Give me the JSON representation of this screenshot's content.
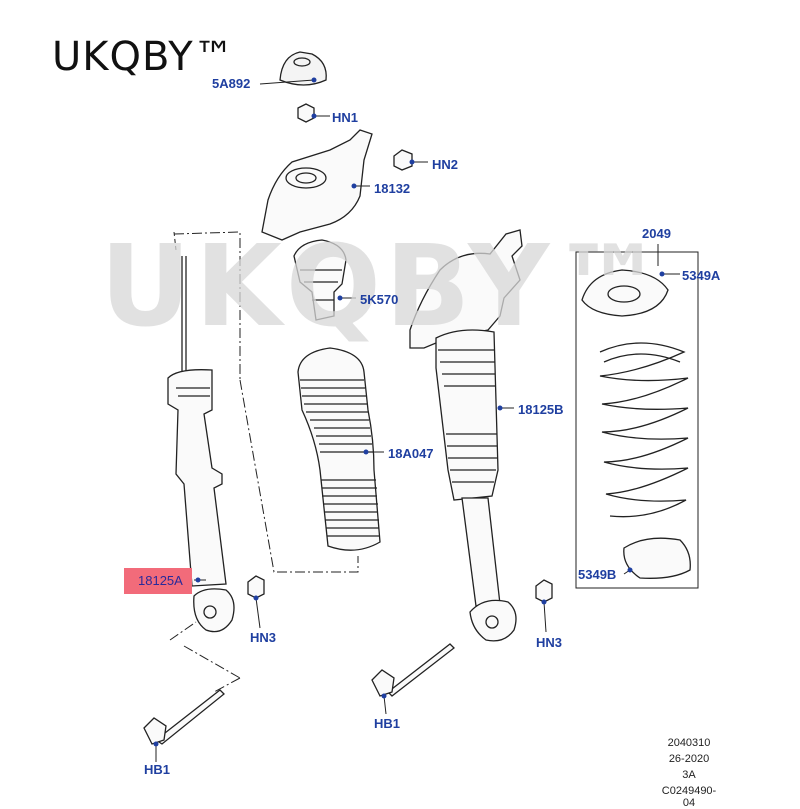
{
  "brand": "UKQBY™",
  "watermark": "UKQBY™",
  "labels": {
    "5A892": "5A892",
    "HN1": "HN1",
    "HN2": "HN2",
    "18132": "18132",
    "5K570": "5K570",
    "18A047": "18A047",
    "18125B": "18125B",
    "2049": "2049",
    "5349A": "5349A",
    "5349B": "5349B",
    "18125A": "18125A",
    "HN3_left": "HN3",
    "HN3_right": "HN3",
    "HB1_left": "HB1",
    "HB1_right": "HB1"
  },
  "reference": [
    "2040310",
    "26-2020",
    "3A",
    "C0249490-04"
  ],
  "colors": {
    "label": "#1f3fa0",
    "highlight": "#f26b7a",
    "line": "#222222"
  }
}
